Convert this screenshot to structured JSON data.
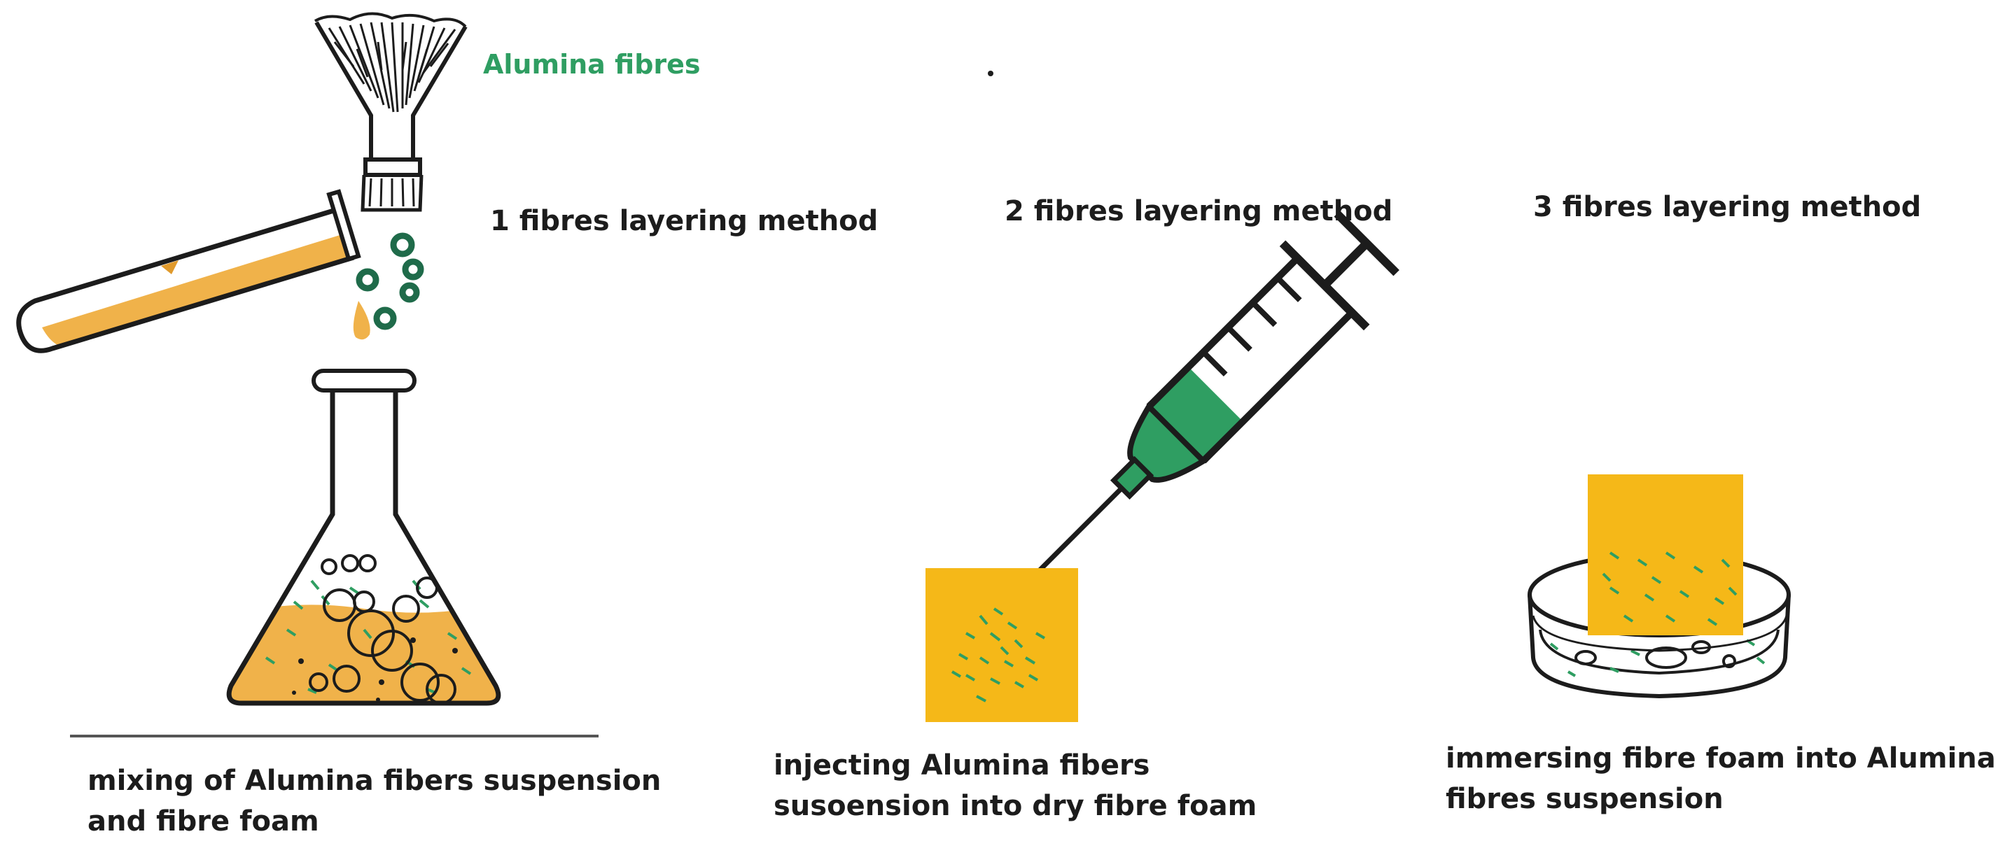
{
  "labels": {
    "alumina_fibres": "Alumina fibres",
    "method_1": "1  fibres layering method",
    "method_2": "2  fibres layering method",
    "method_3": "3   fibres layering method",
    "caption_1_line1": "mixing of Alumina fibers suspension",
    "caption_1_line2": "and fibre foam",
    "caption_2_line1": "injecting Alumina fibers",
    "caption_2_line2": "susoension into dry fibre foam",
    "caption_3_line1": "immersing fibre foam into Alumina",
    "caption_3_line2": "fibres suspension"
  },
  "colors": {
    "foam_yellow": "#f5b818",
    "liquid_orange": "#f0b24a",
    "fibre_green": "#2f9e62",
    "droplet_green": "#1f6b4a",
    "outline": "#1c1c1c"
  },
  "icons": [
    "fibre-bundle-icon",
    "test-tube-icon",
    "erlenmeyer-flask-icon",
    "syringe-icon",
    "foam-block-icon",
    "petri-dish-icon"
  ]
}
